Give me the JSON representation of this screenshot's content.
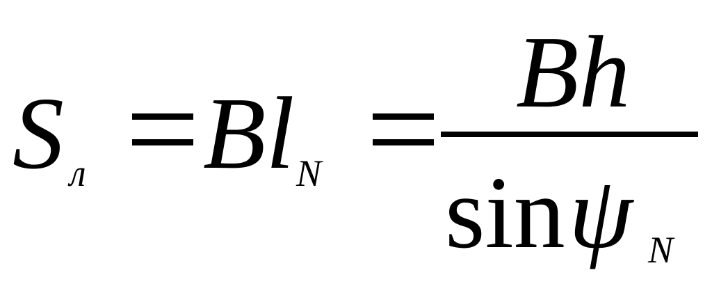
{
  "formula": {
    "lhs": {
      "symbol": "S",
      "subscript": "л"
    },
    "middle": {
      "symbol": "Bl",
      "subscript": "N"
    },
    "fraction": {
      "numerator": "Bh",
      "denominator_func": "sin",
      "denominator_var": "ψ",
      "denominator_subscript": "N"
    }
  }
}
